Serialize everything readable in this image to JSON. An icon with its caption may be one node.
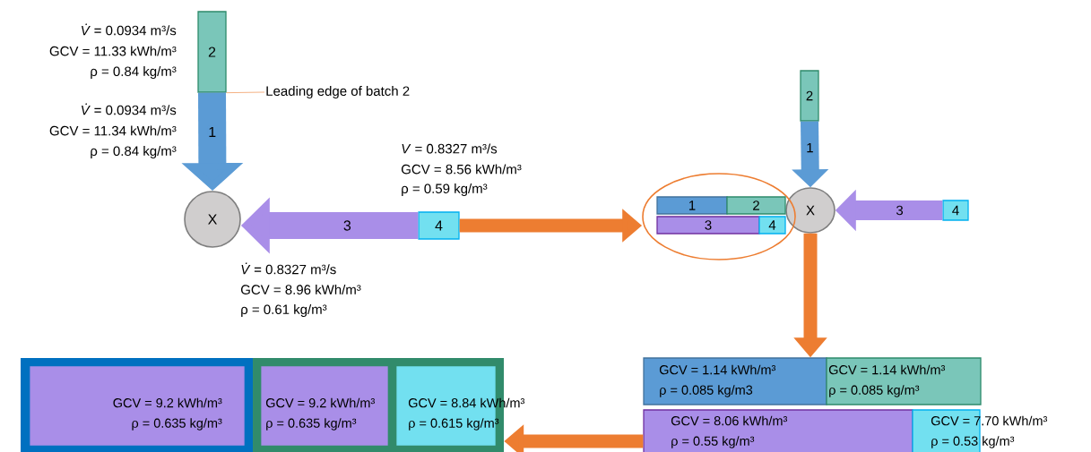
{
  "diagram": {
    "nodes": [
      {
        "text": [
          "2"
        ],
        "beside": [
          "*V̇* = 0.0934 m³/s",
          "GCV = 11.33 kWh/m³",
          "ρ = 0.84 kg/m³"
        ]
      },
      {
        "text": [
          "X"
        ]
      },
      {
        "text": [
          "4"
        ],
        "beside": [
          "*V* = 0.8327 m³/s",
          "GCV = 8.56 kWh/m³",
          "ρ = 0.59 kg/m³"
        ]
      },
      {
        "text": [
          "Leading edge of batch 2"
        ]
      },
      {
        "text": [
          "2"
        ]
      },
      {
        "text": [
          "X"
        ]
      },
      {
        "text": [
          "4"
        ]
      },
      {
        "text": [],
        "shape": "ellipse"
      },
      {
        "text": [
          "1"
        ],
        "in": 7
      },
      {
        "text": [
          "2"
        ],
        "in": 7
      },
      {
        "text": [
          "3"
        ],
        "in": 7
      },
      {
        "text": [
          "4"
        ],
        "in": 7
      },
      {
        "text": [
          "GCV = 1.14 kWh/m³",
          "ρ = 0.085 kg/m3"
        ]
      },
      {
        "text": [
          "GCV = 1.14 kWh/m³",
          "ρ = 0.085 kg/m³"
        ]
      },
      {
        "text": [
          "GCV = 8.06 kWh/m³",
          "ρ = 0.55 kg/m³"
        ]
      },
      {
        "text": [
          "GCV = 7.70 kWh/m³",
          "ρ = 0.53 kg/m³"
        ]
      },
      {
        "text": [],
        "shape": "box"
      },
      {
        "text": [
          "GCV = 9.2 kWh/m³",
          "ρ = 0.635 kg/m³"
        ],
        "in": 16
      },
      {
        "text": [],
        "shape": "box"
      },
      {
        "text": [
          "GCV = 9.2 kWh/m³",
          "ρ = 0.635 kg/m³"
        ],
        "in": 18
      },
      {
        "text": [
          "GCV = 8.84 kWh/m³",
          "ρ = 0.615 kg/m³"
        ],
        "in": 18
      }
    ],
    "edges": [
      {
        "from": 3,
        "to": 0,
        "arrow": "none",
        "color": "#f4b183"
      },
      {
        "from": 0,
        "to": 1,
        "arrow": "to",
        "label": "1",
        "style": "thick",
        "color": "#5b9bd5"
      },
      {
        "from": 2,
        "to": 1,
        "arrow": "to",
        "label": "3",
        "style": "thick",
        "color": "#a98ee8"
      },
      {
        "from": 4,
        "to": 5,
        "arrow": "to",
        "label": "1",
        "color": "#5b9bd5"
      },
      {
        "from": 6,
        "to": 5,
        "arrow": "to",
        "label": "3",
        "color": "#a98ee8"
      },
      {
        "from": 2,
        "to": 7,
        "arrow": "to",
        "color": "#ed7d31"
      },
      {
        "from": 5,
        "to": 12,
        "arrow": "to",
        "color": "#ed7d31"
      },
      {
        "from": 14,
        "to": 18,
        "arrow": "to",
        "color": "#ed7d31"
      }
    ],
    "labels": [
      "*V̇* = 0.0934 m³/s",
      "GCV = 11.34 kWh/m³",
      "ρ = 0.84 kg/m³",
      "*V̇* = 0.8327 m³/s",
      "GCV = 8.96 kWh/m³",
      "ρ = 0.61 kg/m³"
    ]
  }
}
